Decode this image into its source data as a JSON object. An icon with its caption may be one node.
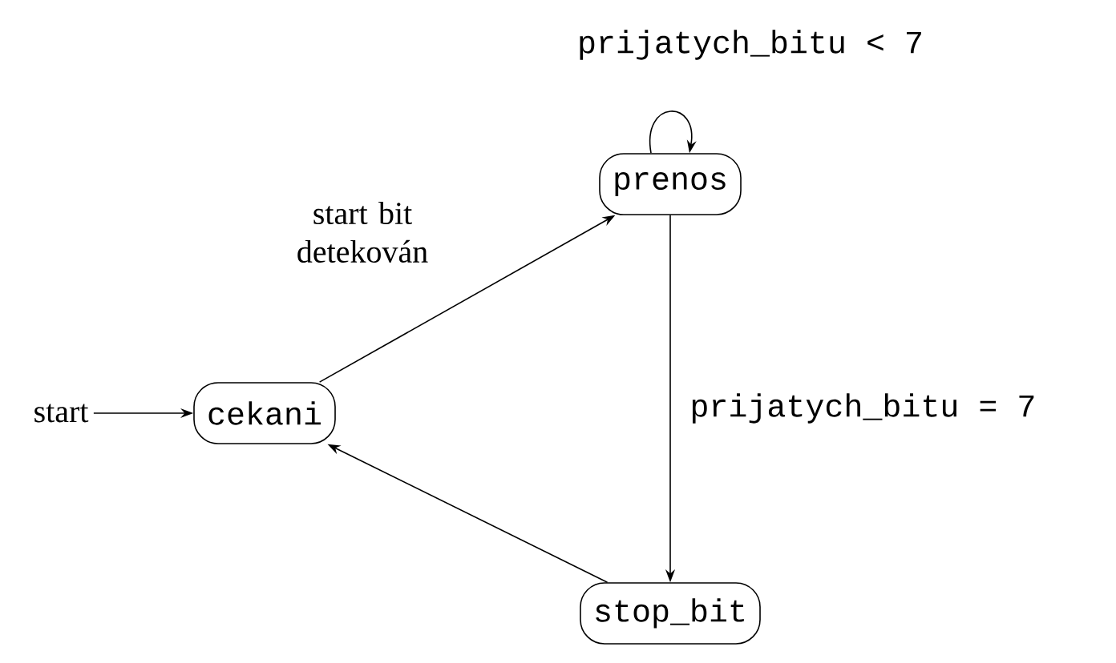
{
  "diagram": {
    "nodes": [
      {
        "text": [
          "start"
        ]
      },
      {
        "text": [
          "cekani"
        ]
      },
      {
        "text": [
          "prenos"
        ]
      },
      {
        "text": [
          "stop_bit"
        ]
      }
    ],
    "edges": [
      {
        "from": 0,
        "to": 1,
        "arrow": "to"
      },
      {
        "from": 1,
        "to": 2,
        "arrow": "to",
        "label": "start bit detekován"
      },
      {
        "from": 2,
        "to": 2,
        "arrow": "to",
        "label": "prijatych_bitu < 7"
      },
      {
        "from": 2,
        "to": 3,
        "arrow": "to",
        "label": "prijatych_bitu = 7"
      },
      {
        "from": 3,
        "to": 1,
        "arrow": "to"
      }
    ]
  }
}
